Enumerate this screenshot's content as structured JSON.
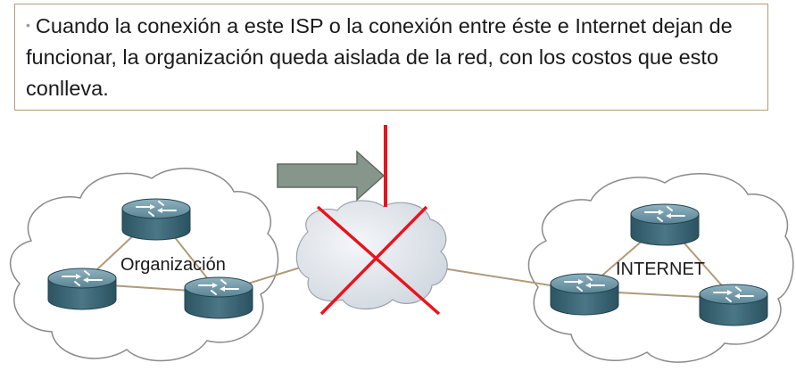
{
  "bullet": {
    "text": "Cuando la conexión a este ISP o la conexión entre éste e Internet dejan de funcionar, la organización queda aislada de la red, con los costos que esto conlleva."
  },
  "labels": {
    "organization": "Organización",
    "internet": "INTERNET"
  },
  "colors": {
    "link": "#b19a7a",
    "failure_mark": "#e8141e",
    "arrow_fill": "#87968b",
    "router_body": "#37606e",
    "cloud_isp": "#e6ebf1"
  },
  "icons": {
    "router": "router-icon",
    "arrow": "right-arrow-icon",
    "failure": "x-mark-icon"
  }
}
